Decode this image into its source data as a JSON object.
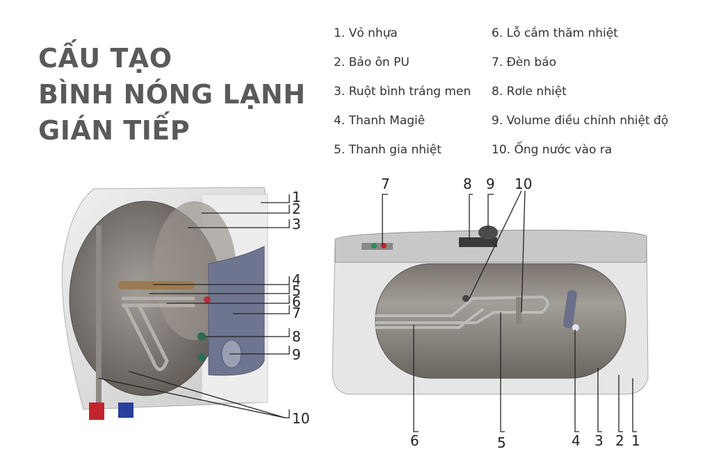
{
  "title": {
    "line1": "CẤU TẠO",
    "line2": "BÌNH NÓNG LẠNH",
    "line3": "GIÁN TIẾP"
  },
  "legend": {
    "items": [
      {
        "num": "1",
        "label": "1. Vỏ nhựa"
      },
      {
        "num": "2",
        "label": "2. Bảo ôn PU"
      },
      {
        "num": "3",
        "label": "3. Ruột bình tráng men"
      },
      {
        "num": "4",
        "label": "4. Thanh Magiê"
      },
      {
        "num": "5",
        "label": "5. Thanh gia nhiệt"
      },
      {
        "num": "6",
        "label": "6. Lỗ cắm thăm nhiệt"
      },
      {
        "num": "7",
        "label": "7. Đèn báo"
      },
      {
        "num": "8",
        "label": "8. Rơle nhiệt"
      },
      {
        "num": "9",
        "label": "9. Volume điều chỉnh nhiệt độ"
      },
      {
        "num": "10",
        "label": "10. Ống nước vào ra"
      }
    ]
  },
  "figure_left": {
    "description": "Vertical cutaway of indirect water heater (square/round tank)",
    "callouts": [
      "1",
      "2",
      "3",
      "4",
      "5",
      "6",
      "7",
      "8",
      "9",
      "10"
    ]
  },
  "figure_right": {
    "description": "Horizontal cutaway of indirect water heater (cylindrical tank)",
    "top_callouts": [
      "7",
      "8",
      "9",
      "10"
    ],
    "bottom_callouts": [
      "6",
      "5",
      "4",
      "3",
      "2",
      "1"
    ]
  },
  "colors": {
    "title": "#5a5a5a",
    "text": "#333333",
    "tank": "#8a8580",
    "shell": "#d8d8d8",
    "panel": "#6e7590",
    "inlet_hot": "#c0262c",
    "inlet_cold": "#2a3f9c",
    "anode": "#9a7a50"
  }
}
